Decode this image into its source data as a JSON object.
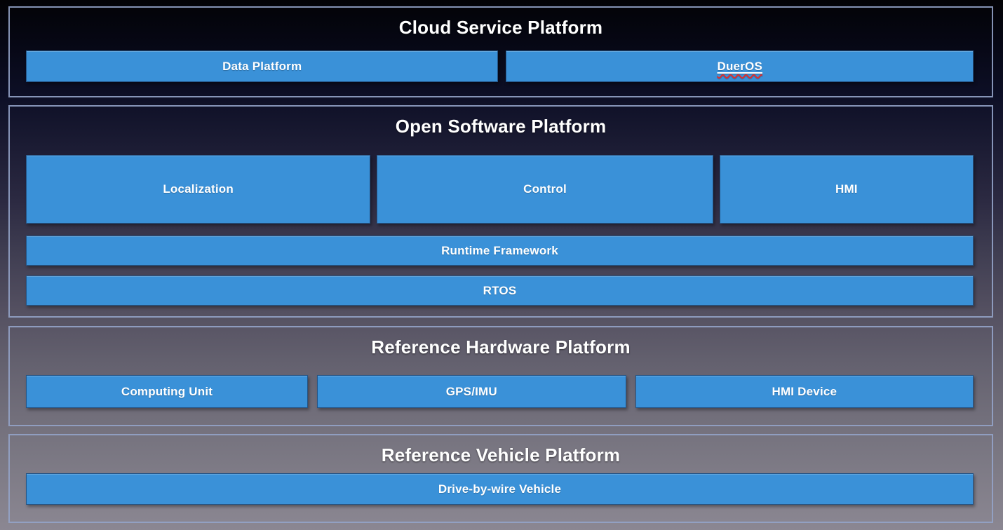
{
  "colors": {
    "box_blue": "#3a91d8",
    "section_border": "#94a3c8",
    "spellcheck_red": "#dc2f2f",
    "text": "#ffffff"
  },
  "sections": {
    "cloud": {
      "title": "Cloud Service Platform",
      "boxes": [
        {
          "label": "Data Platform"
        },
        {
          "label": "DuerOS",
          "spellcheck_underline": true
        }
      ]
    },
    "software": {
      "title": "Open Software Platform",
      "module_boxes": [
        {
          "label": "Localization"
        },
        {
          "label": "Control"
        },
        {
          "label": "HMI"
        }
      ],
      "layer_boxes": [
        {
          "label": "Runtime Framework"
        },
        {
          "label": "RTOS"
        }
      ]
    },
    "hardware": {
      "title": "Reference Hardware Platform",
      "boxes": [
        {
          "label": "Computing Unit"
        },
        {
          "label": "GPS/IMU"
        },
        {
          "label": "HMI Device"
        }
      ]
    },
    "vehicle": {
      "title": "Reference Vehicle Platform",
      "boxes": [
        {
          "label": "Drive-by-wire Vehicle"
        }
      ]
    }
  }
}
